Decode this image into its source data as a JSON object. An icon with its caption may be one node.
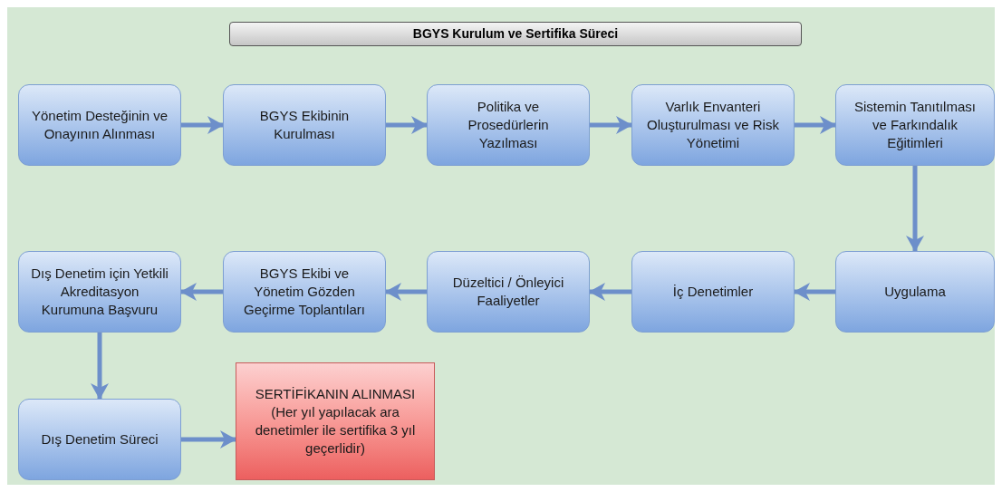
{
  "diagram": {
    "title": "BGYS Kurulum ve Sertifika Süreci",
    "nodes": [
      {
        "text": [
          "Yönetim Desteğinin ve Onayının Alınması"
        ]
      },
      {
        "text": [
          "BGYS Ekibinin Kurulması"
        ]
      },
      {
        "text": [
          "Politika ve Prosedürlerin Yazılması"
        ]
      },
      {
        "text": [
          "Varlık Envanteri Oluşturulması ve Risk Yönetimi"
        ]
      },
      {
        "text": [
          "Sistemin Tanıtılması ve Farkındalık Eğitimleri"
        ]
      },
      {
        "text": [
          "Uygulama"
        ]
      },
      {
        "text": [
          "İç Denetimler"
        ]
      },
      {
        "text": [
          "Düzeltici / Önleyici Faaliyetler"
        ]
      },
      {
        "text": [
          "BGYS Ekibi ve Yönetim Gözden Geçirme Toplantıları"
        ]
      },
      {
        "text": [
          "Dış Denetim için Yetkili Akreditasyon Kurumuna Başvuru"
        ]
      },
      {
        "text": [
          "Dış Denetim Süreci"
        ]
      },
      {
        "text": [
          "SERTİFİKANIN ALINMASI",
          "(Her yıl yapılacak ara denetimler ile sertifika 3 yıl geçerlidir)"
        ]
      }
    ],
    "edges": [
      {
        "from": 0,
        "to": 1,
        "arrow": "to"
      },
      {
        "from": 1,
        "to": 2,
        "arrow": "to"
      },
      {
        "from": 2,
        "to": 3,
        "arrow": "to"
      },
      {
        "from": 3,
        "to": 4,
        "arrow": "to"
      },
      {
        "from": 4,
        "to": 5,
        "arrow": "to"
      },
      {
        "from": 5,
        "to": 6,
        "arrow": "to"
      },
      {
        "from": 6,
        "to": 7,
        "arrow": "to"
      },
      {
        "from": 7,
        "to": 8,
        "arrow": "to"
      },
      {
        "from": 8,
        "to": 9,
        "arrow": "to"
      },
      {
        "from": 9,
        "to": 10,
        "arrow": "to"
      },
      {
        "from": 10,
        "to": 11,
        "arrow": "to"
      }
    ]
  }
}
